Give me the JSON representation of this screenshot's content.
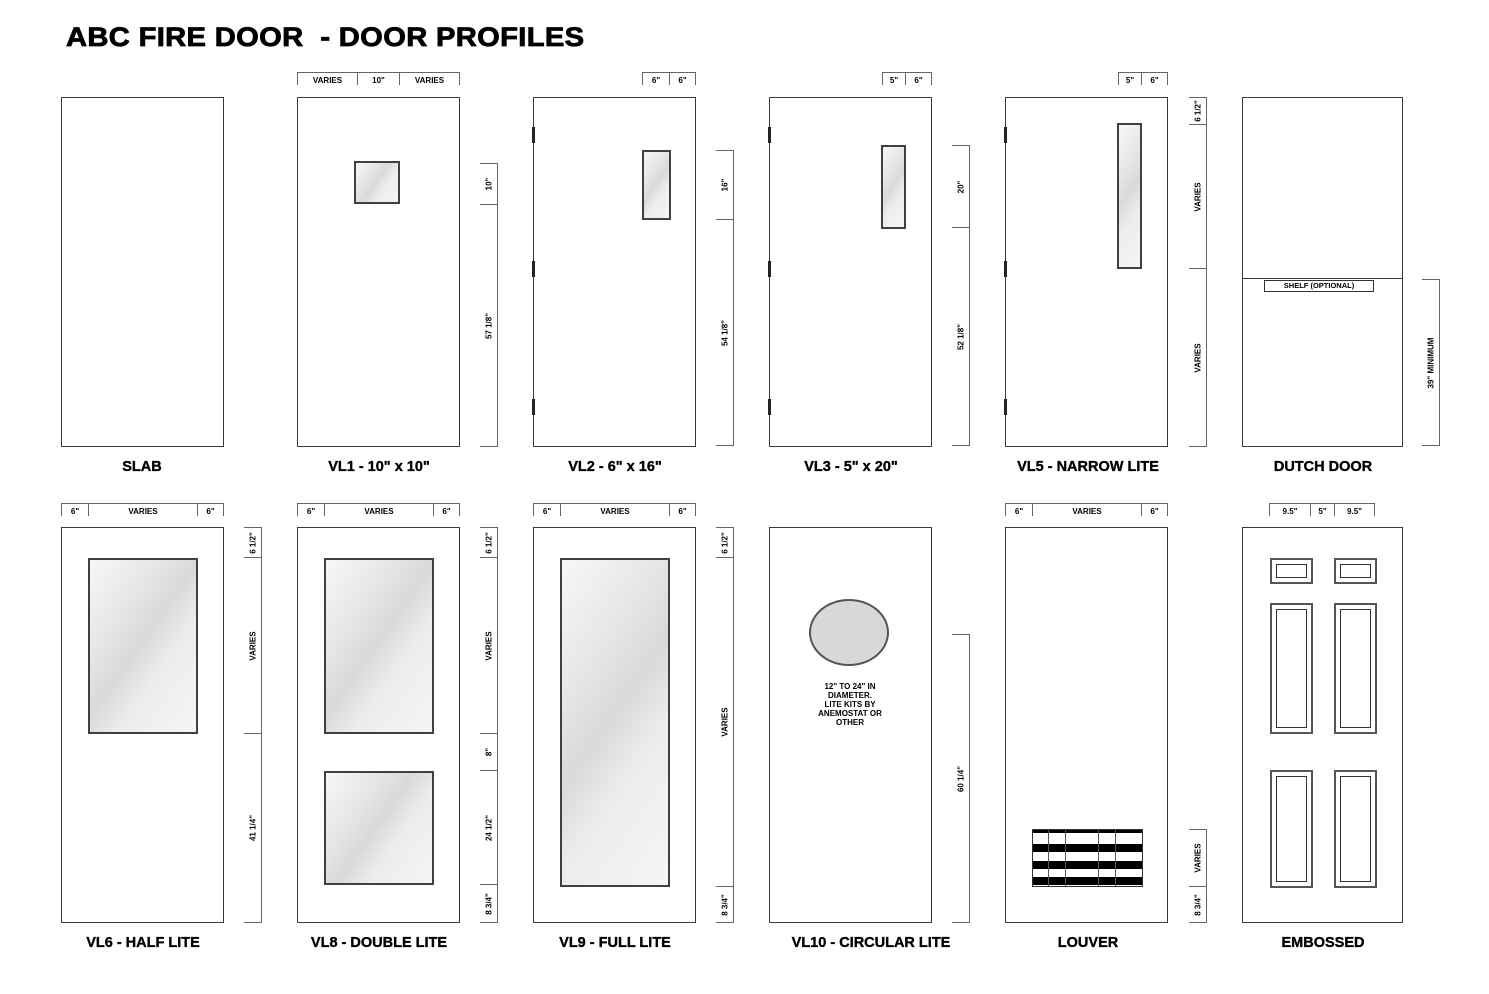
{
  "title": "ABC FIRE DOOR  - DOOR PROFILES",
  "doors": [
    {
      "id": "slab",
      "label": "SLAB",
      "top_dims": [],
      "side_dims": []
    },
    {
      "id": "vl1",
      "label": "VL1 - 10\" x 10\"",
      "top_dims": [
        "VARIES",
        "10\"",
        "VARIES"
      ],
      "side_dims": [
        "10\"",
        "57 1/8\""
      ]
    },
    {
      "id": "vl2",
      "label": "VL2 - 6\" x 16\"",
      "top_dims": [
        "6\"",
        "6\""
      ],
      "side_dims": [
        "16\"",
        "54 1/8\""
      ]
    },
    {
      "id": "vl3",
      "label": "VL3 - 5\" x 20\"",
      "top_dims": [
        "5\"",
        "6\""
      ],
      "side_dims": [
        "20\"",
        "52 1/8\""
      ]
    },
    {
      "id": "vl5",
      "label": "VL5 - NARROW LITE",
      "top_dims": [
        "5\"",
        "6\""
      ],
      "side_dims": [
        "6 1/2\"",
        "VARIES",
        "VARIES"
      ]
    },
    {
      "id": "dutch",
      "label": "DUTCH DOOR",
      "shelf_label": "SHELF (OPTIONAL)",
      "side_dims": [
        "39\" MINIMUM"
      ]
    },
    {
      "id": "vl6",
      "label": "VL6 - HALF LITE",
      "top_dims": [
        "6\"",
        "VARIES",
        "6\""
      ],
      "side_dims": [
        "6 1/2\"",
        "VARIES",
        "41 1/4\""
      ]
    },
    {
      "id": "vl8",
      "label": "VL8 - DOUBLE LITE",
      "top_dims": [
        "6\"",
        "VARIES",
        "6\""
      ],
      "side_dims": [
        "6 1/2\"",
        "VARIES",
        "8\"",
        "24 1/2\"",
        "8 3/4\""
      ]
    },
    {
      "id": "vl9",
      "label": "VL9 - FULL LITE",
      "top_dims": [
        "6\"",
        "VARIES",
        "6\""
      ],
      "side_dims": [
        "6 1/2\"",
        "VARIES",
        "8 3/4\""
      ]
    },
    {
      "id": "vl10",
      "label": "VL10 - CIRCULAR LITE",
      "note_lines": [
        "12\"  TO  24\" IN",
        "DIAMETER.",
        "LITE KITS BY",
        "ANEMOSTAT OR",
        "OTHER"
      ],
      "side_dims": [
        "60 1/4\""
      ]
    },
    {
      "id": "louver",
      "label": "LOUVER",
      "top_dims": [
        "6\"",
        "VARIES",
        "6\""
      ],
      "side_dims": [
        "VARIES",
        "8 3/4\""
      ]
    },
    {
      "id": "embossed",
      "label": "EMBOSSED",
      "top_dims": [
        "9.5\"",
        "5\"",
        "9.5\""
      ],
      "side_dims": []
    }
  ]
}
